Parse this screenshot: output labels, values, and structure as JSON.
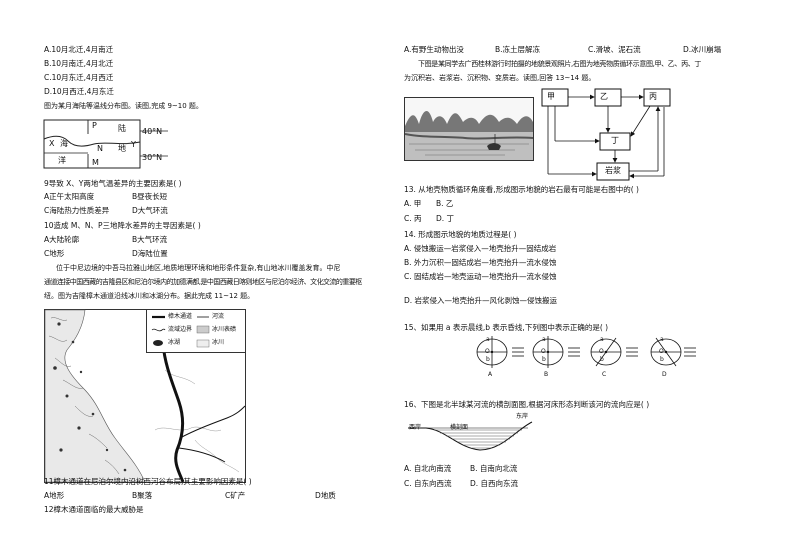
{
  "left": {
    "q8_options": [
      "A.10月北迁,4月南迁",
      "B.10月南迁,4月北迁",
      "C.10月东迁,4月西迁",
      "D.10月西迁,4月东迁"
    ],
    "q9_10_intro": "图为某月海陆等温线分布图。读图,完成 9~10 题。",
    "fig1": {
      "labels": {
        "P": "P",
        "lu1": "陆",
        "X": "X",
        "hai": "海",
        "N": "N",
        "di": "地",
        "Y": "Y",
        "yang": "洋",
        "M": "M"
      },
      "lat_top": "40°N",
      "lat_bottom": "30°N"
    },
    "q9": {
      "stem": "9导致 X、Y两地气温差异的主要因素是(      )",
      "options": [
        "A正午太阳高度",
        "B昼夜长短",
        "C海陆热力性质差异",
        "D大气环流"
      ]
    },
    "q10": {
      "stem": "10造成 M、N、P三地降水差异的主导因素是(      )",
      "options": [
        "A大陆轮廓",
        "B大气环流",
        "C地形",
        "D海陆位置"
      ]
    },
    "passage": [
      "位于中尼边境的中吾马拉雅山地区,地质地理环境和地形条件复杂,有山地冰川覆盖发育。中尼",
      "通道连接中国西藏的吉隆县区和尼泊尔境内的加德满都,是中国西藏日喀则地区与尼泊尔经济、文化交流的重要枢",
      "纽。图为吉隆樟木通道沿线冰川和冰湖分布。据此完成 11~12 题。"
    ],
    "map_legend": {
      "row1": [
        "樟木通道",
        "河流"
      ],
      "row2": [
        "流域边界",
        "冰川表碛"
      ],
      "row3": [
        "冰湖",
        "冰川"
      ]
    },
    "q11": {
      "stem": "11樟木通道在尼泊尔境内沿树西河谷布局,其主要影响因素是(      )",
      "options": [
        "A地形",
        "B聚落",
        "C矿产",
        "D地质"
      ]
    },
    "q12": {
      "stem": "12樟木通道面临的最大威胁是"
    }
  },
  "right": {
    "q12_options": [
      "A.有野生动物出没",
      "B.冻土层解冻",
      "C.滑坡、泥石流",
      "D.冰川崩塌"
    ],
    "q13_intro": [
      "下图是某同学去广西桂林游行时拍摄的地貌景观照片,右图为地壳物质循环示意图,甲、乙、丙、丁",
      "为沉积岩、岩浆岩、沉积物、变质岩。读图,回答 13~14 题。"
    ],
    "cycle": {
      "jia": "甲",
      "yi": "乙",
      "bing": "丙",
      "ding": "丁",
      "yanjiang": "岩浆"
    },
    "q13": {
      "stem": "13. 从地壳物质循环角度看,形成图示地貌的岩石最有可能是右图中的(      )",
      "options": [
        "A. 甲",
        "B. 乙",
        "C. 丙",
        "D. 丁"
      ]
    },
    "q14": {
      "stem": "14. 形成图示地貌的地质过程是(      )",
      "options": [
        "A. 侵蚀搬运—岩浆侵入—地壳抬升—固结成岩",
        "B. 外力沉积—固结成岩—地壳抬升—流水侵蚀",
        "C. 固结成岩—地壳运动—地壳抬升—流水侵蚀",
        "D. 岩浆侵入—地壳抬升—风化剥蚀—侵蚀搬运"
      ]
    },
    "q15": {
      "stem": "15、如果用 a 表示晨线,b 表示昏线,下列图中表示正确的是(      )",
      "labels": [
        "A",
        "B",
        "C",
        "D"
      ],
      "a": "a",
      "b": "b",
      "o": "O"
    },
    "q16": {
      "stem": "16、下图是北半球某河流的横剖面图,根据河床形态判断该河的流向应是(      )",
      "fig": {
        "west": "西岸",
        "east": "东岸",
        "section": "横剖面"
      },
      "options": [
        "A. 自北向南流",
        "B. 自南向北流",
        "C. 自东向西流",
        "D. 自西向东流"
      ]
    }
  }
}
